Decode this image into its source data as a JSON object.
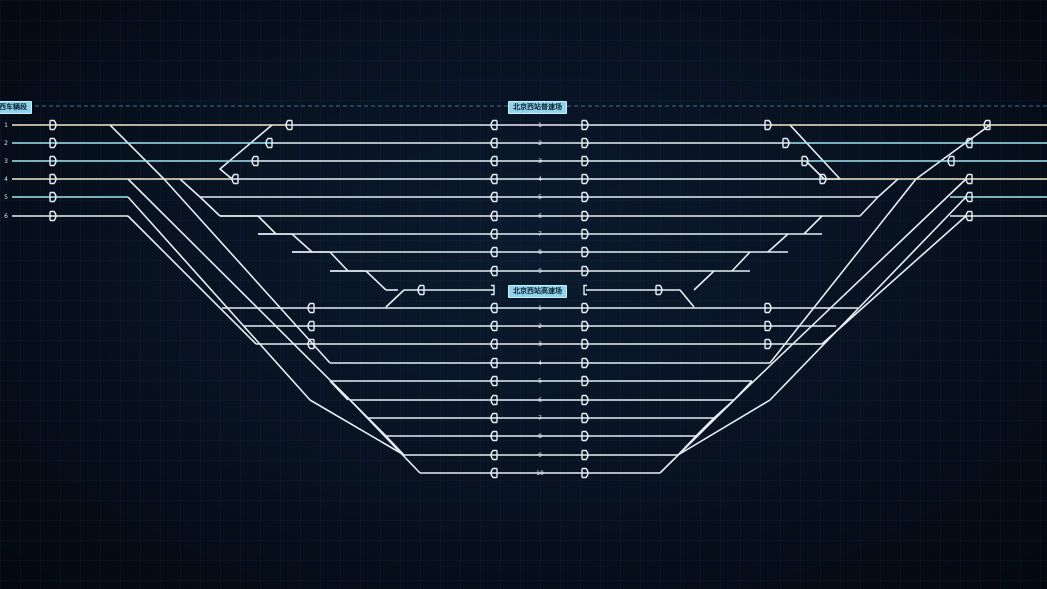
{
  "labels": {
    "left_yard": "西车辆段",
    "ordinary_station": "北京西站普速场",
    "highspeed_station": "北京西站高速场"
  },
  "ordinary_tracks": [
    "1",
    "2",
    "3",
    "4",
    "5",
    "6",
    "7",
    "8",
    "9"
  ],
  "highspeed_tracks": [
    "1",
    "2",
    "3",
    "4",
    "5",
    "6",
    "7",
    "8",
    "9",
    "10"
  ],
  "side_tracks": [
    "1",
    "2",
    "3",
    "4",
    "5",
    "6"
  ],
  "colors": {
    "background": "#040a14",
    "track": "#e6eef5",
    "track_alt": "#f3e7c7",
    "track_teal": "#9fe6f2",
    "label_bg": "#8fd3ec",
    "dashed": "#3f6f8f"
  }
}
